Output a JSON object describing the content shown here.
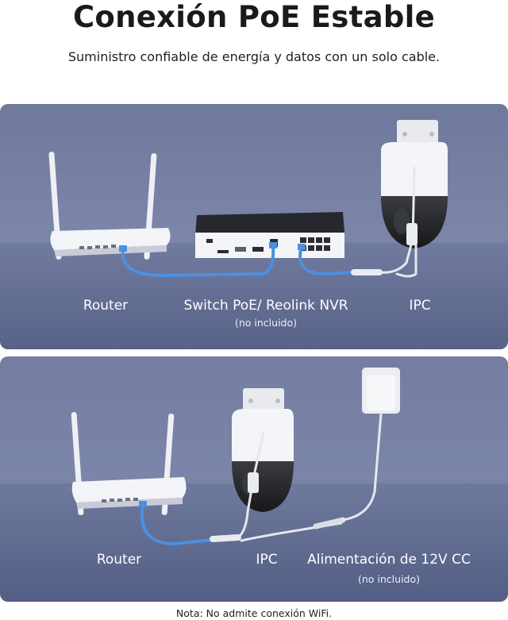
{
  "header": {
    "title": "Conexión PoE Estable",
    "subtitle": "Suministro confiable de energía y datos con un solo cable."
  },
  "panel_poe": {
    "labels": {
      "router": "Router",
      "switch": "Switch PoE/ Reolink NVR",
      "switch_note": "(no incluido)",
      "ipc": "IPC"
    }
  },
  "panel_adapter": {
    "labels": {
      "router": "Router",
      "ipc": "IPC",
      "power": "Alimentación de 12V CC",
      "power_note": "(no incluido)"
    }
  },
  "footer": {
    "note": "Nota: No admite conexión WiFi."
  },
  "colors": {
    "panel_top": "#6f7a9e",
    "panel_bottom": "#4f5a80",
    "cable_blue": "#4d8fe0",
    "device_white": "#f2f3f6",
    "device_black": "#2b2d33"
  }
}
